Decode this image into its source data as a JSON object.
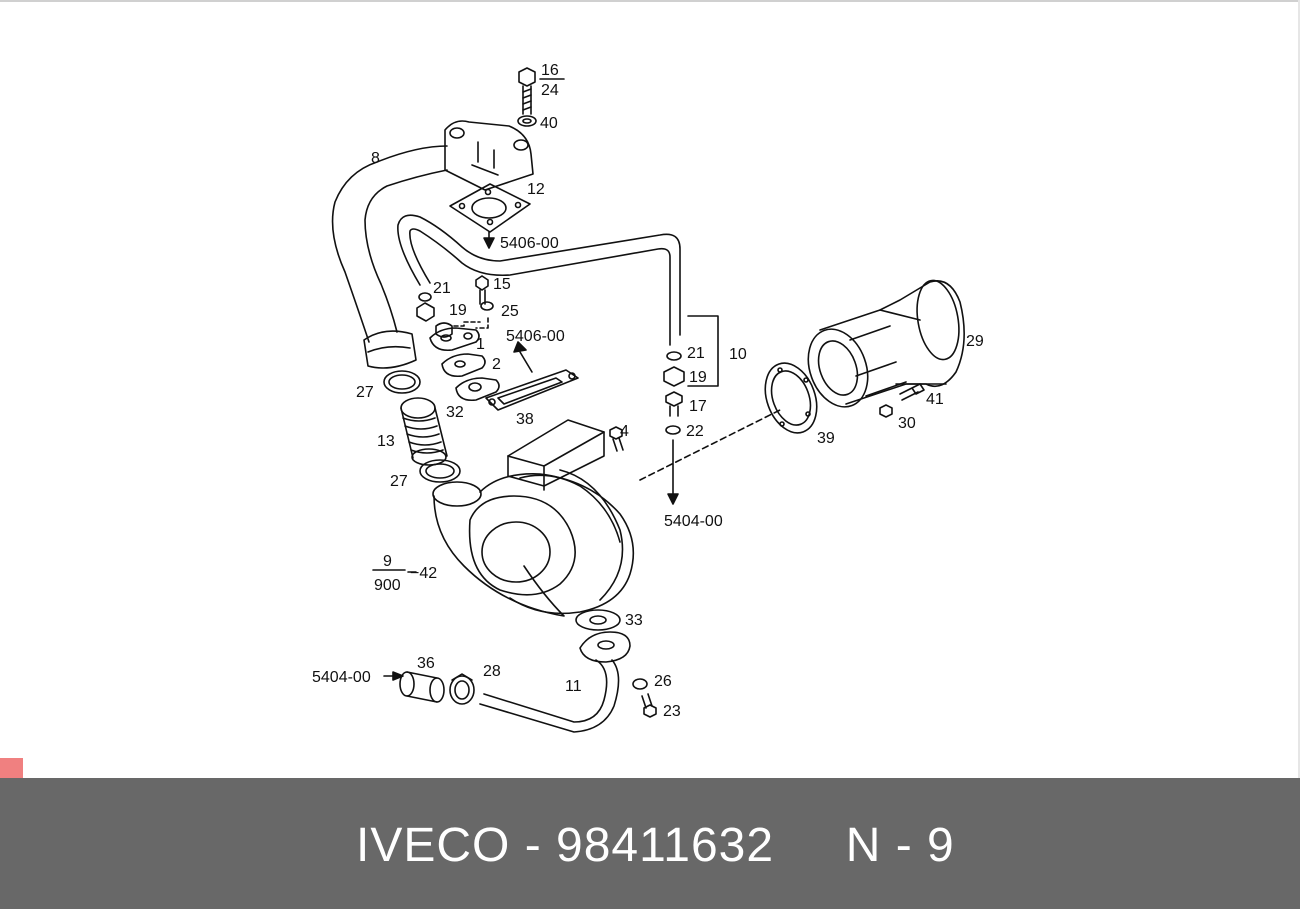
{
  "diagram": {
    "callouts": {
      "c16": "16",
      "c24": "24",
      "c40": "40",
      "c8": "8",
      "c12": "12",
      "ref_top": "5406-00",
      "c21a": "21",
      "c19a": "19",
      "c15": "15",
      "c25": "25",
      "ref_mid": "5406-00",
      "c1": "1",
      "c2": "2",
      "c21b": "21",
      "c10": "10",
      "c19b": "19",
      "c17": "17",
      "c22": "22",
      "c29": "29",
      "c41": "41",
      "c30": "30",
      "c39": "39",
      "c27a": "27",
      "c32": "32",
      "c38": "38",
      "c4": "4",
      "c13": "13",
      "c27b": "27",
      "ref_right": "5404-00",
      "c9": "9",
      "c900": "900",
      "c42": "−42",
      "c33": "33",
      "c36": "36",
      "c28": "28",
      "ref_bottom": "5404-00",
      "c11": "11",
      "c26": "26",
      "c23": "23"
    }
  },
  "footer": {
    "brand": "IVECO",
    "sep1": " - ",
    "part_number": "98411632",
    "gap": "     ",
    "section": "N",
    "sep2": " - ",
    "page": "9"
  },
  "colors": {
    "footer_bg": "#686868",
    "footer_text": "#ffffff",
    "corner_mark": "#f08080",
    "line": "#111111"
  }
}
